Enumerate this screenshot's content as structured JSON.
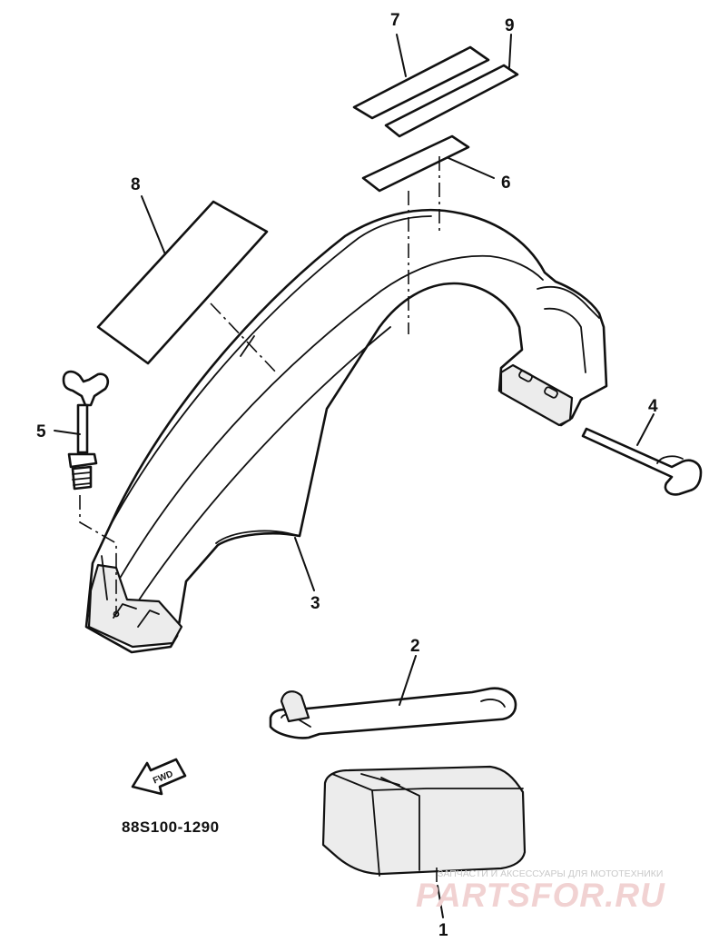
{
  "diagram": {
    "part_numbers": [
      "7",
      "9",
      "6",
      "8",
      "5",
      "4",
      "3",
      "2",
      "1"
    ],
    "fwd_label": "FWD",
    "diagram_code": "88S100-1290"
  },
  "watermark": {
    "tagline": "ЗАПЧАСТИ И АКСЕССУАРЫ ДЛЯ МОТОТЕХНИКИ",
    "site": "PARTSFOR.RU"
  }
}
